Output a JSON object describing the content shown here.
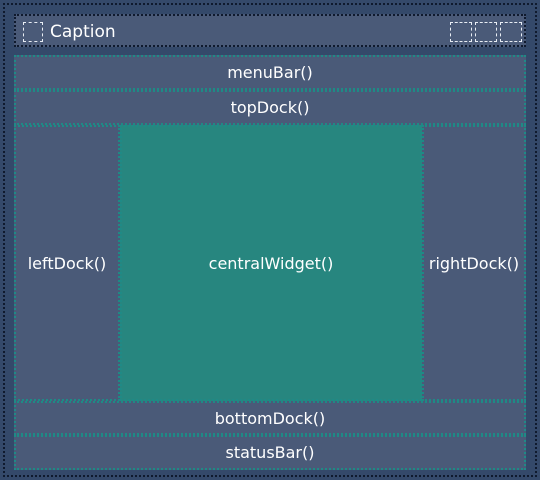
{
  "window": {
    "caption": "Caption",
    "regions": {
      "menu_bar": "menuBar()",
      "top_dock": "topDock()",
      "left_dock": "leftDock()",
      "central_widget": "centralWidget()",
      "right_dock": "rightDock()",
      "bottom_dock": "bottomDock()",
      "status_bar": "statusBar()"
    }
  },
  "colors": {
    "background": "#34496a",
    "region": "#4a5a78",
    "central": "#27867f",
    "dotted_border": "#1f8a86"
  }
}
